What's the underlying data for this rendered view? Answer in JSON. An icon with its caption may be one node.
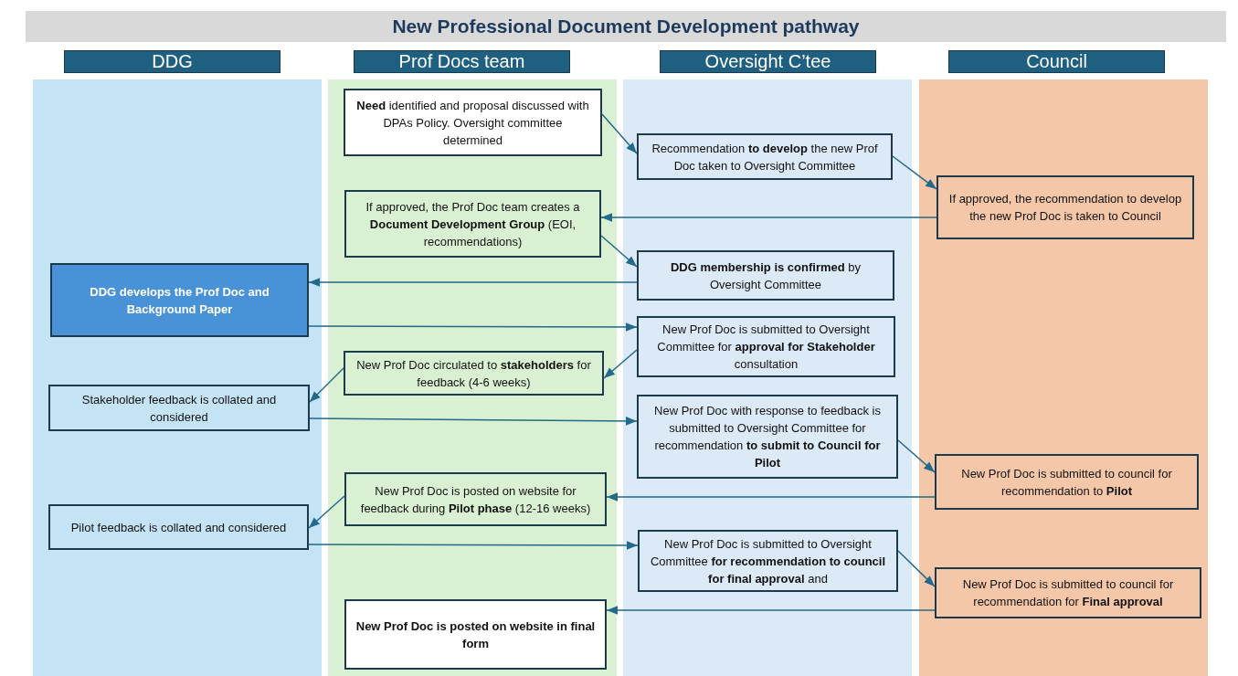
{
  "diagram": {
    "title": "New Professional Document Development pathway",
    "nodes": [
      {
        "text": [
          "DDG"
        ]
      },
      {
        "text": [
          "Prof Docs team"
        ]
      },
      {
        "text": [
          "Oversight C’tee"
        ]
      },
      {
        "text": [
          "Council"
        ]
      },
      {
        "text": [
          "**Need** identified and proposal discussed with DPAs Policy. Oversight committee determined"
        ],
        "in": 1
      },
      {
        "text": [
          "Recommendation **to develop** the new Prof Doc taken to Oversight Committee"
        ],
        "in": 2
      },
      {
        "text": [
          "If approved, the recommendation to develop the new Prof Doc is taken to Council"
        ],
        "in": 3
      },
      {
        "text": [
          "If approved, the Prof Doc team creates a **Document Development Group** (EOI, recommendations)"
        ],
        "in": 1
      },
      {
        "text": [
          "**DDG membership is confirmed** by Oversight Committee"
        ],
        "in": 2
      },
      {
        "text": [
          "DDG develops the Prof Doc and Background Paper"
        ],
        "in": 0
      },
      {
        "text": [
          "New Prof Doc is submitted to Oversight Committee for **approval for Stakeholder** consultation"
        ],
        "in": 2
      },
      {
        "text": [
          "New Prof Doc circulated to **stakeholders** for feedback (4-6 weeks)"
        ],
        "in": 1
      },
      {
        "text": [
          "Stakeholder feedback is collated and considered"
        ],
        "in": 0
      },
      {
        "text": [
          "New Prof Doc with response to feedback is submitted to Oversight Committee for recommendation **to submit to Council for Pilot**"
        ],
        "in": 2
      },
      {
        "text": [
          "New Prof Doc is submitted to council for recommendation to **Pilot**"
        ],
        "in": 3
      },
      {
        "text": [
          "New Prof Doc is posted on website for feedback during **Pilot phase** (12-16 weeks)"
        ],
        "in": 1
      },
      {
        "text": [
          "Pilot feedback is collated and considered"
        ],
        "in": 0
      },
      {
        "text": [
          "New Prof Doc is submitted to Oversight Committee **for recommendation to council for final approval** and"
        ],
        "in": 2
      },
      {
        "text": [
          "New Prof Doc is submitted to council for recommendation for **Final approval**"
        ],
        "in": 3
      },
      {
        "text": [
          "New Prof Doc is posted on website in final form"
        ],
        "in": 1
      }
    ],
    "edges": [
      {
        "from": 4,
        "to": 5,
        "arrow": "to"
      },
      {
        "from": 5,
        "to": 6,
        "arrow": "to"
      },
      {
        "from": 6,
        "to": 7,
        "arrow": "to"
      },
      {
        "from": 7,
        "to": 8,
        "arrow": "to"
      },
      {
        "from": 8,
        "to": 9,
        "arrow": "to"
      },
      {
        "from": 9,
        "to": 10,
        "arrow": "to"
      },
      {
        "from": 10,
        "to": 11,
        "arrow": "to"
      },
      {
        "from": 11,
        "to": 12,
        "arrow": "to"
      },
      {
        "from": 12,
        "to": 13,
        "arrow": "to"
      },
      {
        "from": 13,
        "to": 14,
        "arrow": "to"
      },
      {
        "from": 14,
        "to": 15,
        "arrow": "to"
      },
      {
        "from": 15,
        "to": 16,
        "arrow": "to"
      },
      {
        "from": 16,
        "to": 17,
        "arrow": "to"
      },
      {
        "from": 17,
        "to": 18,
        "arrow": "to"
      },
      {
        "from": 18,
        "to": 19,
        "arrow": "to"
      }
    ]
  }
}
